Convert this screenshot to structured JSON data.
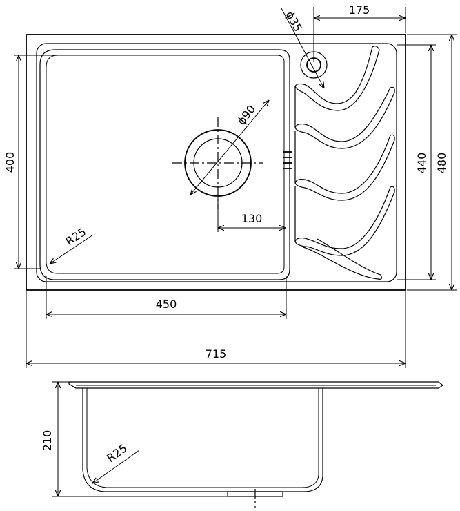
{
  "dimensions": {
    "overall_width": "715",
    "overall_height": "480",
    "bowl_height": "400",
    "inner_height": "440",
    "bowl_width": "450",
    "drainer_width": "175",
    "tap_hole_diameter": "ϕ35",
    "drain_diameter": "ϕ90",
    "drain_offset": "130",
    "corner_radius_top": "R25",
    "bowl_depth": "210",
    "corner_radius_side": "R25"
  }
}
